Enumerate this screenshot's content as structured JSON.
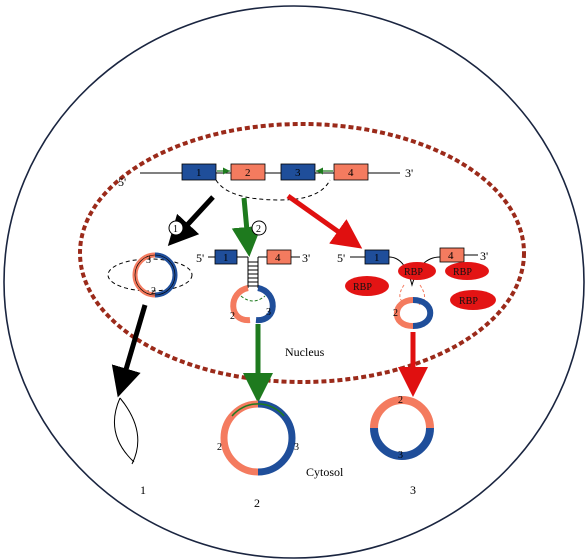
{
  "region_labels": {
    "nucleus": "Nucleus",
    "cytosol": "Cytosol"
  },
  "strand_ends": {
    "five_prime": "5'",
    "three_prime": "3'"
  },
  "exons": [
    "1",
    "2",
    "3",
    "4"
  ],
  "pathway_markers": [
    "1",
    "2"
  ],
  "rbp_label": "RBP",
  "product_labels": [
    "1",
    "2",
    "3"
  ],
  "circle_exon_labels": {
    "a": "2",
    "b": "3"
  },
  "colors": {
    "exon_blue": "#1f4e9a",
    "exon_orange": "#f47b5f",
    "pathway_1": "#000000",
    "pathway_2": "#1e7a1e",
    "pathway_3": "#e01010",
    "nucleus_border": "#9b2a1a",
    "rbp_fill": "#e31414"
  }
}
